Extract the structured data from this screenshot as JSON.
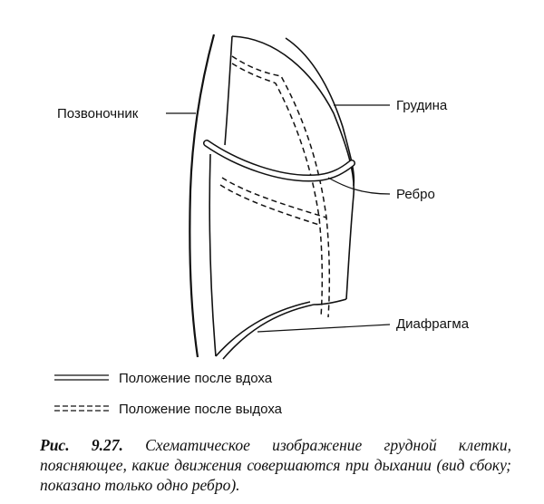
{
  "labels": {
    "spine": "Позвоночник",
    "sternum": "Грудина",
    "rib": "Ребро",
    "diaphragm": "Диафрагма"
  },
  "legend": {
    "inhale": "Положение после вдоха",
    "exhale": "Положение после выдоха"
  },
  "caption": {
    "number": "Рис. 9.27.",
    "text": "Схематическое изображение грудной клетки, поясняющее, какие движения совершаются при дыхании (вид сбоку; показано только одно ребро)."
  }
}
